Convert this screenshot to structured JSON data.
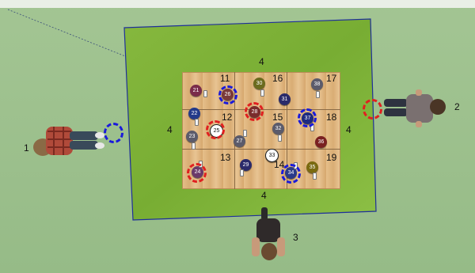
{
  "colors": {
    "red_ring": "#e02020",
    "blue_ring": "#1a1adb",
    "grass": "#7fb23a",
    "board_edge": "#2a3aa8"
  },
  "side_labels": {
    "top": "4",
    "left": "4",
    "right": "4",
    "bottom": "4"
  },
  "zone_labels": {
    "z11": "11",
    "z16": "16",
    "z17": "17",
    "z12": "12",
    "z15": "15",
    "z18": "18",
    "z13": "13",
    "z14": "14",
    "z19": "19"
  },
  "players": {
    "p1": "1",
    "p2": "2",
    "p3": "3"
  },
  "coins": {
    "c21": "21",
    "c30": "30",
    "c38": "38",
    "c22": "22",
    "c25": "25",
    "c32": "32",
    "c37": "37",
    "c23": "23",
    "c27": "27",
    "c33": "33",
    "c24": "24",
    "c29": "29",
    "c34": "34",
    "c35": "35",
    "c26": "26",
    "c28": "28",
    "c31": "31",
    "c36": "36"
  }
}
